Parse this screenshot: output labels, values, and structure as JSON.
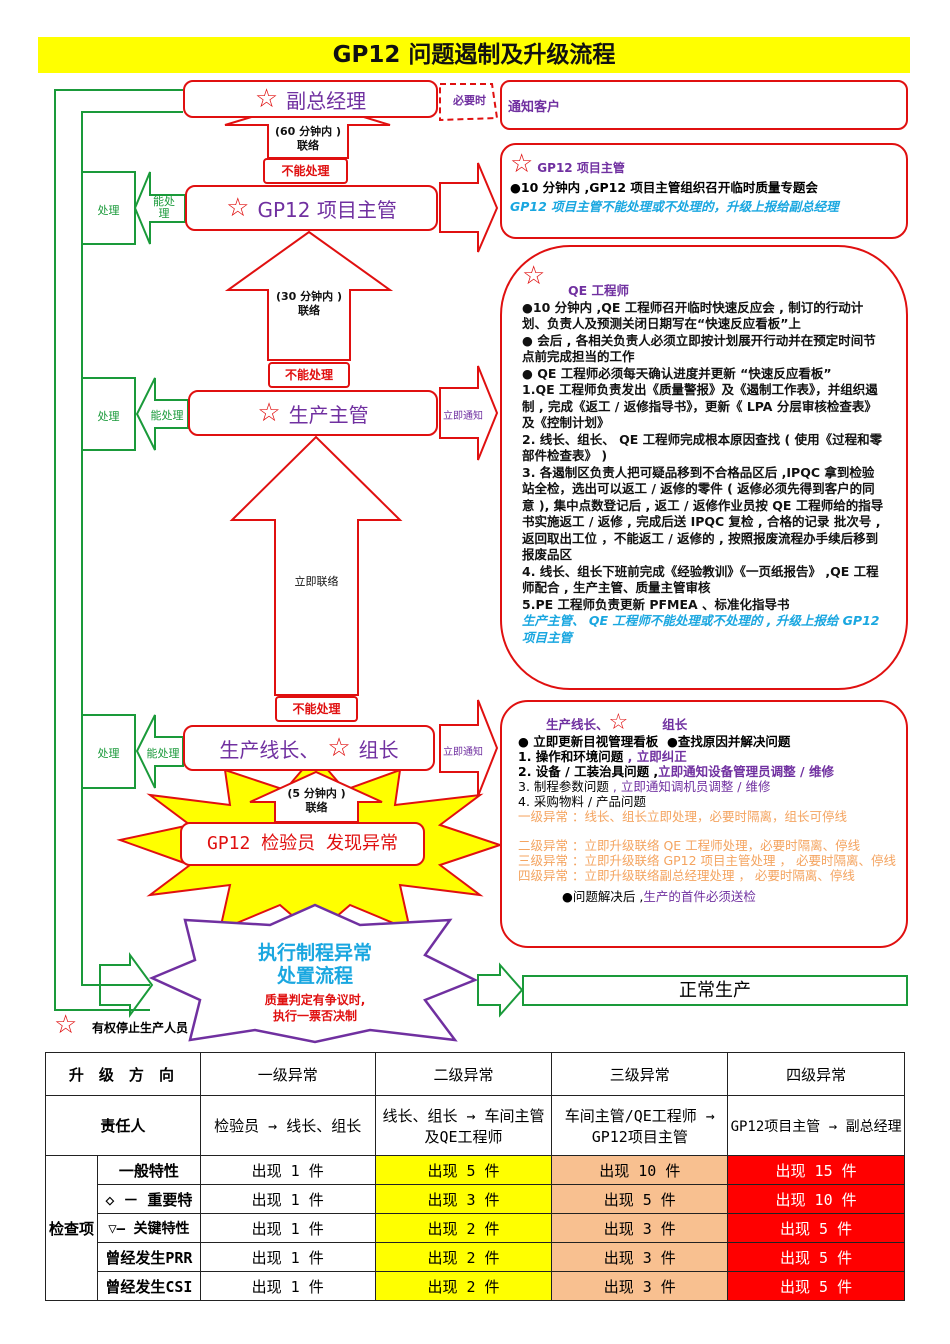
{
  "title": "GP12 问题遏制及升级流程",
  "colors": {
    "red": "#e01010",
    "purple": "#7030a0",
    "green": "#1a9a3a",
    "yellow": "#ffff00",
    "blue": "#1aa7e0",
    "orange": "#f4a460"
  },
  "flow": {
    "vp": "副总经理",
    "when_needed": "必要时",
    "notify_customer": "通知客户",
    "link60": "(60 分钟内 )",
    "link60b": "联络",
    "cant": "不能处理",
    "gp12_mgr": "GP12 项目主管",
    "link30": "(30 分钟内 )",
    "link30b": "联络",
    "prod_mgr": "生产主管",
    "link_now": "立即联络",
    "line_leader": "生产线长、",
    "team_leader": "组长",
    "link5": "(5 分钟内 )",
    "link5b": "联络",
    "inspector": "GP12  检验员  发现异常",
    "handle": "处理",
    "can_handle": "能处理",
    "can_handle_wrap": "能处\n理",
    "notify_now": "立即通知",
    "process_title1": "执行制程异常",
    "process_title2": "处置流程",
    "dispute1": "质量判定有争议时,",
    "dispute2": "执行一票否决制",
    "normal": "正常生产",
    "legend": "有权停止生产人员"
  },
  "gp12_box": {
    "title": "GP12 项目主管",
    "l1": "●10 分钟内 ,GP12 项目主管组织召开临时质量专题会",
    "l2": "GP12 项目主管不能处理或不处理的，升级上报给副总经理"
  },
  "qe_box": {
    "title": "QE 工程师",
    "lines": [
      "●10 分钟内 ,QE 工程师召开临时快速反应会 , 制订的行动计划、负责人及预测关闭日期写在“快速反应看板”上",
      "● 会后 , 各相关负责人必须立即按计划展开行动并在预定时间节点前完成担当的工作",
      "● QE 工程师必须每天确认进度并更新 “快速反应看板”",
      "1.QE 工程师负责发出《质量警报》及《遏制工作表》，并组织遏制 , 完成《返工 / 返修指导书》，更新《 LPA 分层审核检查表》及《控制计划》",
      "2. 线长、组长、 QE 工程师完成根本原因查找 ( 使用《过程和零部件检查表》 )",
      "3. 各遏制区负责人把可疑品移到不合格品区后 ,IPQC 拿到检验站全检，选出可以返工 / 返修的零件 ( 返修必须先得到客户的同意 ), 集中点数登记后 , 返工 / 返修作业员按 QE 工程师给的指导书实施返工 / 返修 , 完成后送 IPQC 复检 , 合格的记录 批次号 , 返回取出工位 ，不能返工 / 返修的 , 按照报废流程办手续后移到报废品区",
      "4. 线长、组长下班前完成《经验教训》《一页纸报告》 ,QE 工程师配合 , 生产主管、质量主管审核",
      "5.PE 工程师负责更新 PFMEA 、标准化指导书"
    ],
    "escalate": "生产主管、 QE 工程师不能处理或不处理的 , 升级上报给 GP12 项目主管"
  },
  "line_box": {
    "title1": "生产线长、",
    "title2": "组长",
    "b1": "● 立即更新目视管理看板",
    "b2": "●查找原因并解决问题",
    "items": [
      {
        "a": "1.  操作和环境问题",
        "b": " , 立即纠正"
      },
      {
        "a": "2.  设备 / 工装治具问题 ,",
        "b": "立即通知设备管理员调整 / 维修"
      },
      {
        "a": "3.  制程参数问题",
        "b": " , 立即通知调机员调整 / 维修"
      },
      {
        "a": "4.  采购物料 / 产品问题",
        "b": ""
      }
    ],
    "levels": [
      "一级异常 ：线长、组长立即处理，必要时隔离，组长可停线",
      "二级异常 ：立即升级联络 QE 工程师处理，必要时隔离、停线",
      "三级异常 ：立即升级联络 GP12 项目主管处理 ， 必要时隔离、停线",
      "四级异常 ：立即升级联络副总经理处理 ， 必要时隔离、停线"
    ],
    "final_a": "●问题解决后 ,",
    "final_b": "生产的首件必须送检"
  },
  "table": {
    "h1": [
      "升 级 方 向",
      "一级异常",
      "二级异常",
      "三级异常",
      "四级异常"
    ],
    "h2": [
      "责任人",
      "检验员 → 线长、组长",
      "线长、组长 → 车间主管及QE工程师",
      "车间主管/QE工程师 → GP12项目主管",
      "GP12项目主管 → 副总经理"
    ],
    "group": "检查项",
    "rows": [
      {
        "item": "一般特性",
        "v": [
          "出现 1 件",
          "出现 5 件",
          "出现 10 件",
          "出现 15 件"
        ]
      },
      {
        "item": "◇ － 重要特",
        "v": [
          "出现 1 件",
          "出现 3 件",
          "出现 5 件",
          "出现 10 件"
        ]
      },
      {
        "item": "▽— 关键特性",
        "v": [
          "出现 1 件",
          "出现 2 件",
          "出现 3 件",
          "出现 5 件"
        ]
      },
      {
        "item": "曾经发生PRR",
        "v": [
          "出现 1 件",
          "出现 2 件",
          "出现 3 件",
          "出现 5 件"
        ]
      },
      {
        "item": "曾经发生CSI",
        "v": [
          "出现 1 件",
          "出现 2 件",
          "出现 3 件",
          "出现 5 件"
        ]
      }
    ]
  }
}
